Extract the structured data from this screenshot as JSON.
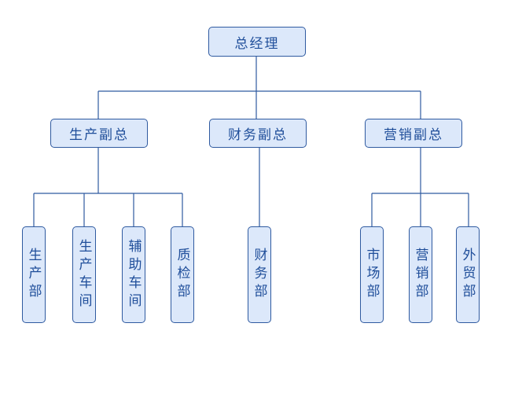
{
  "root": {
    "label": "总经理"
  },
  "vps": [
    {
      "label": "生产副总"
    },
    {
      "label": "财务副总"
    },
    {
      "label": "营销副总"
    }
  ],
  "depts": [
    {
      "label": "生产部"
    },
    {
      "label": "生产车间"
    },
    {
      "label": "辅助车间"
    },
    {
      "label": "质检部"
    },
    {
      "label": "财务部"
    },
    {
      "label": "市场部"
    },
    {
      "label": "营销部"
    },
    {
      "label": "外贸部"
    }
  ],
  "colors": {
    "box_fill": "#dce8fa",
    "box_border": "#2f5aa0",
    "text": "#1f4e9a",
    "line": "#2f5aa0"
  }
}
